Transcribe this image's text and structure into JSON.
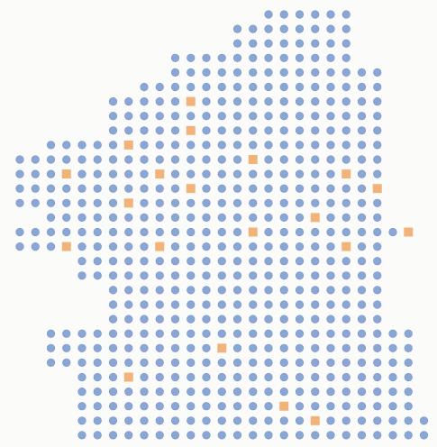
{
  "colors": {
    "background": "#fbfbf9",
    "dot": "#8aa6d4",
    "dot_stroke": "#7794c6",
    "highlight": "#f2b37a"
  },
  "shapes": {
    "dot": "circle",
    "highlight": "square"
  },
  "rows": [
    {
      "first": 8,
      "last": 10,
      "highlights": []
    },
    {
      "first": 7,
      "last": 10,
      "highlights": []
    },
    {
      "first": 7,
      "last": 10,
      "highlights": []
    },
    {
      "first": 5,
      "last": 10,
      "highlights": []
    },
    {
      "first": 5,
      "last": 11,
      "highlights": []
    },
    {
      "first": 4,
      "last": 11,
      "highlights": []
    },
    {
      "first": 3,
      "last": 11,
      "highlights": [
        5
      ]
    },
    {
      "first": 3,
      "last": 11,
      "highlights": []
    },
    {
      "first": 3,
      "last": 11,
      "highlights": [
        5
      ]
    },
    {
      "first": 1,
      "last": 11,
      "highlights": [
        3
      ]
    },
    {
      "first": 0,
      "last": 11,
      "highlights": [
        7
      ]
    },
    {
      "first": 0,
      "last": 11,
      "highlights": [
        1,
        4,
        10
      ]
    },
    {
      "first": 0,
      "last": 11,
      "highlights": [
        5,
        11
      ]
    },
    {
      "first": 0,
      "last": 11,
      "highlights": [
        3
      ]
    },
    {
      "first": 1,
      "last": 11,
      "highlights": [
        9
      ]
    },
    {
      "first": 0,
      "last": 12,
      "highlights": [
        7,
        12
      ]
    },
    {
      "first": 0,
      "last": 11,
      "highlights": [
        1,
        4,
        10
      ]
    },
    {
      "first": 2,
      "last": 11,
      "highlights": []
    },
    {
      "first": 2,
      "last": 11,
      "highlights": []
    },
    {
      "first": 3,
      "last": 11,
      "highlights": []
    },
    {
      "first": 3,
      "last": 11,
      "highlights": []
    },
    {
      "first": 3,
      "last": 11,
      "highlights": []
    },
    {
      "first": 1,
      "last": 12,
      "highlights": []
    },
    {
      "first": 1,
      "last": 12,
      "highlights": [
        6
      ]
    },
    {
      "first": 1,
      "last": 12,
      "highlights": []
    },
    {
      "first": 2,
      "last": 12,
      "highlights": [
        3
      ]
    },
    {
      "first": 2,
      "last": 12,
      "highlights": []
    },
    {
      "first": 2,
      "last": 12,
      "highlights": [
        8
      ]
    },
    {
      "first": 2,
      "last": 13,
      "highlights": [
        9
      ]
    },
    {
      "first": 2,
      "last": 13,
      "highlights": []
    }
  ]
}
